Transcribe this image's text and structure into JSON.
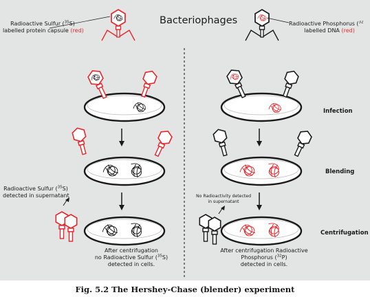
{
  "title": "Bacteriophages",
  "left": {
    "top_label_line1": "Radioactive Sulfur (",
    "top_label_sup": "35",
    "top_label_line1_end": "S)",
    "top_label_line2": "labelled protein capsule",
    "top_label_red": "(red)",
    "supernatant_line1": "Radioactive Sulfur (",
    "supernatant_sup": "35",
    "supernatant_line1_end": "S)",
    "supernatant_line2": "detected in supernatant",
    "result_line1": "After centrifugation",
    "result_line2": "no Radioactive Sulfur (",
    "result_sup": "35",
    "result_line2_end": "S)",
    "result_line3": "detected in cells."
  },
  "right": {
    "top_label_line1": "Radioactive Phosphorus (",
    "top_label_sup": "32",
    "top_label_line2": "labelled DNA",
    "top_label_red": "(red)",
    "supernatant_line1": "No Radioactivity detected",
    "supernatant_line2": "in supernatant",
    "result_line1": "After centrifugation Radioactive",
    "result_line2": "Phosphorus (",
    "result_sup": "32",
    "result_line2_end": "P)",
    "result_line3": "detected in cells."
  },
  "stages": [
    "Infection",
    "Blending",
    "Centrifugation"
  ],
  "caption": "Fig. 5.2 The Hershey-Chase (blender) experiment",
  "colors": {
    "label_red": "#e8262b",
    "panel_bg": "#e3e4e4",
    "outline": "#1a1a1a"
  }
}
